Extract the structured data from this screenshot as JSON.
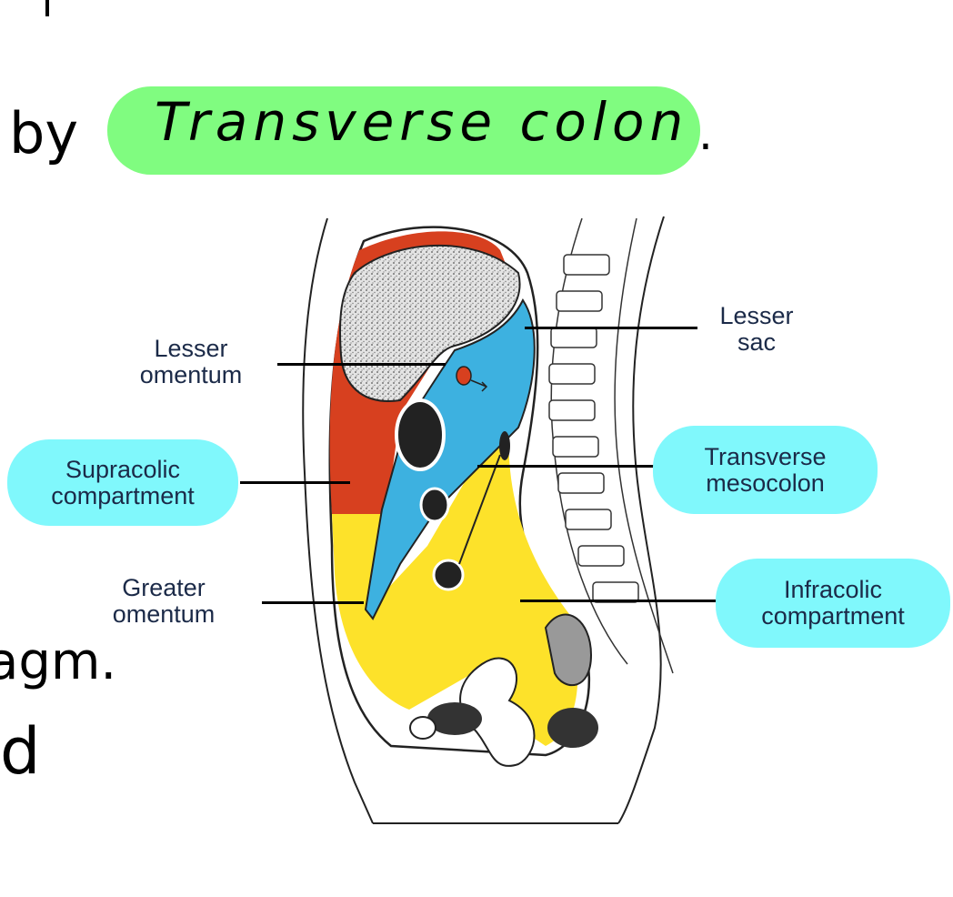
{
  "handwriting": {
    "by": "by",
    "highlight": "Transverse colon",
    "period": ".",
    "fragment_1": "agm.",
    "fragment_2": "d"
  },
  "labels": {
    "lesser_omentum": [
      "Lesser",
      "omentum"
    ],
    "lesser_sac": [
      "Lesser",
      "sac"
    ],
    "supracolic": [
      "Supracolic",
      "compartment"
    ],
    "transverse_mesocolon": [
      "Transverse",
      "mesocolon"
    ],
    "greater_omentum": [
      "Greater",
      "omentum"
    ],
    "infracolic": [
      "Infracolic",
      "compartment"
    ]
  },
  "colors": {
    "highlight_green": "#80fc80",
    "label_pill_cyan": "#80f8fc",
    "supracolic_red": "#d7401f",
    "lesser_sac_blue": "#3db1e0",
    "infracolic_yellow": "#fde22a"
  }
}
